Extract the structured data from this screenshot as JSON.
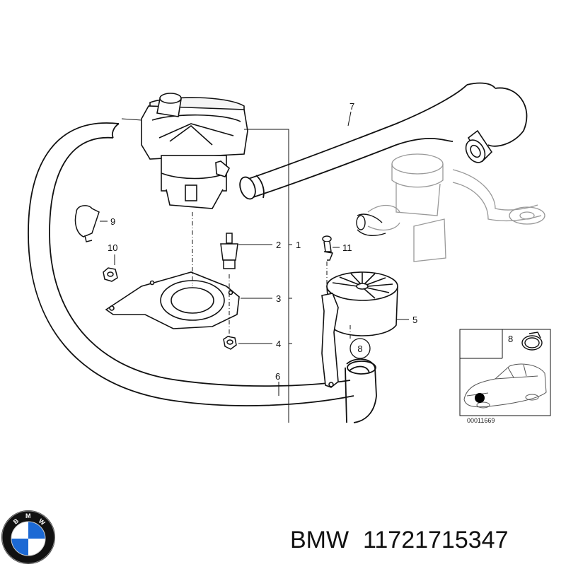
{
  "diagram": {
    "callouts": {
      "c1": "1",
      "c2": "2",
      "c3": "3",
      "c4": "4",
      "c5": "5",
      "c6": "6",
      "c7": "7",
      "c8": "8",
      "c9": "9",
      "c10": "10",
      "c11": "11"
    },
    "circled_callout": "8",
    "inset": {
      "callout": "8",
      "reference_number": "00011669"
    }
  },
  "footer": {
    "brand": "BMW",
    "part_number": "11721715347"
  },
  "logo": {
    "icon": "bmw-roundel-logo",
    "lettering": "BMW",
    "colors": {
      "blue": "#1c69d4",
      "ring": "#111111"
    }
  }
}
